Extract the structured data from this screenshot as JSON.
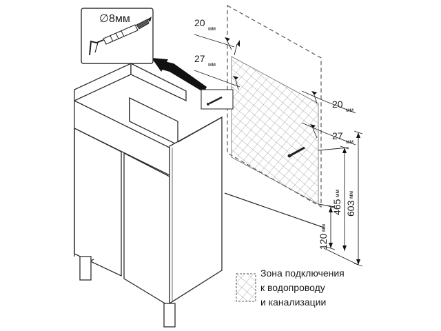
{
  "callout": {
    "drill_label": "8мм",
    "diameter_symbol": "∅"
  },
  "dimensions": {
    "top_left_h": {
      "value": "20",
      "unit": "мм"
    },
    "top_left_v": {
      "value": "27",
      "unit": "мм"
    },
    "right_h": {
      "value": "20",
      "unit": "мм"
    },
    "right_v": {
      "value": "27",
      "unit": "мм"
    },
    "height_465": {
      "value": "465",
      "unit": "мм"
    },
    "height_603": {
      "value": "603",
      "unit": "мм"
    },
    "height_120": {
      "value": "120",
      "unit": "мм"
    }
  },
  "legend": {
    "lines": [
      "Зона подключения",
      "к водопроводу",
      "и канализации"
    ]
  },
  "colors": {
    "line": "#2b2b2b",
    "hatch": "#9a9a9a",
    "dashed_wall": "#555555"
  }
}
